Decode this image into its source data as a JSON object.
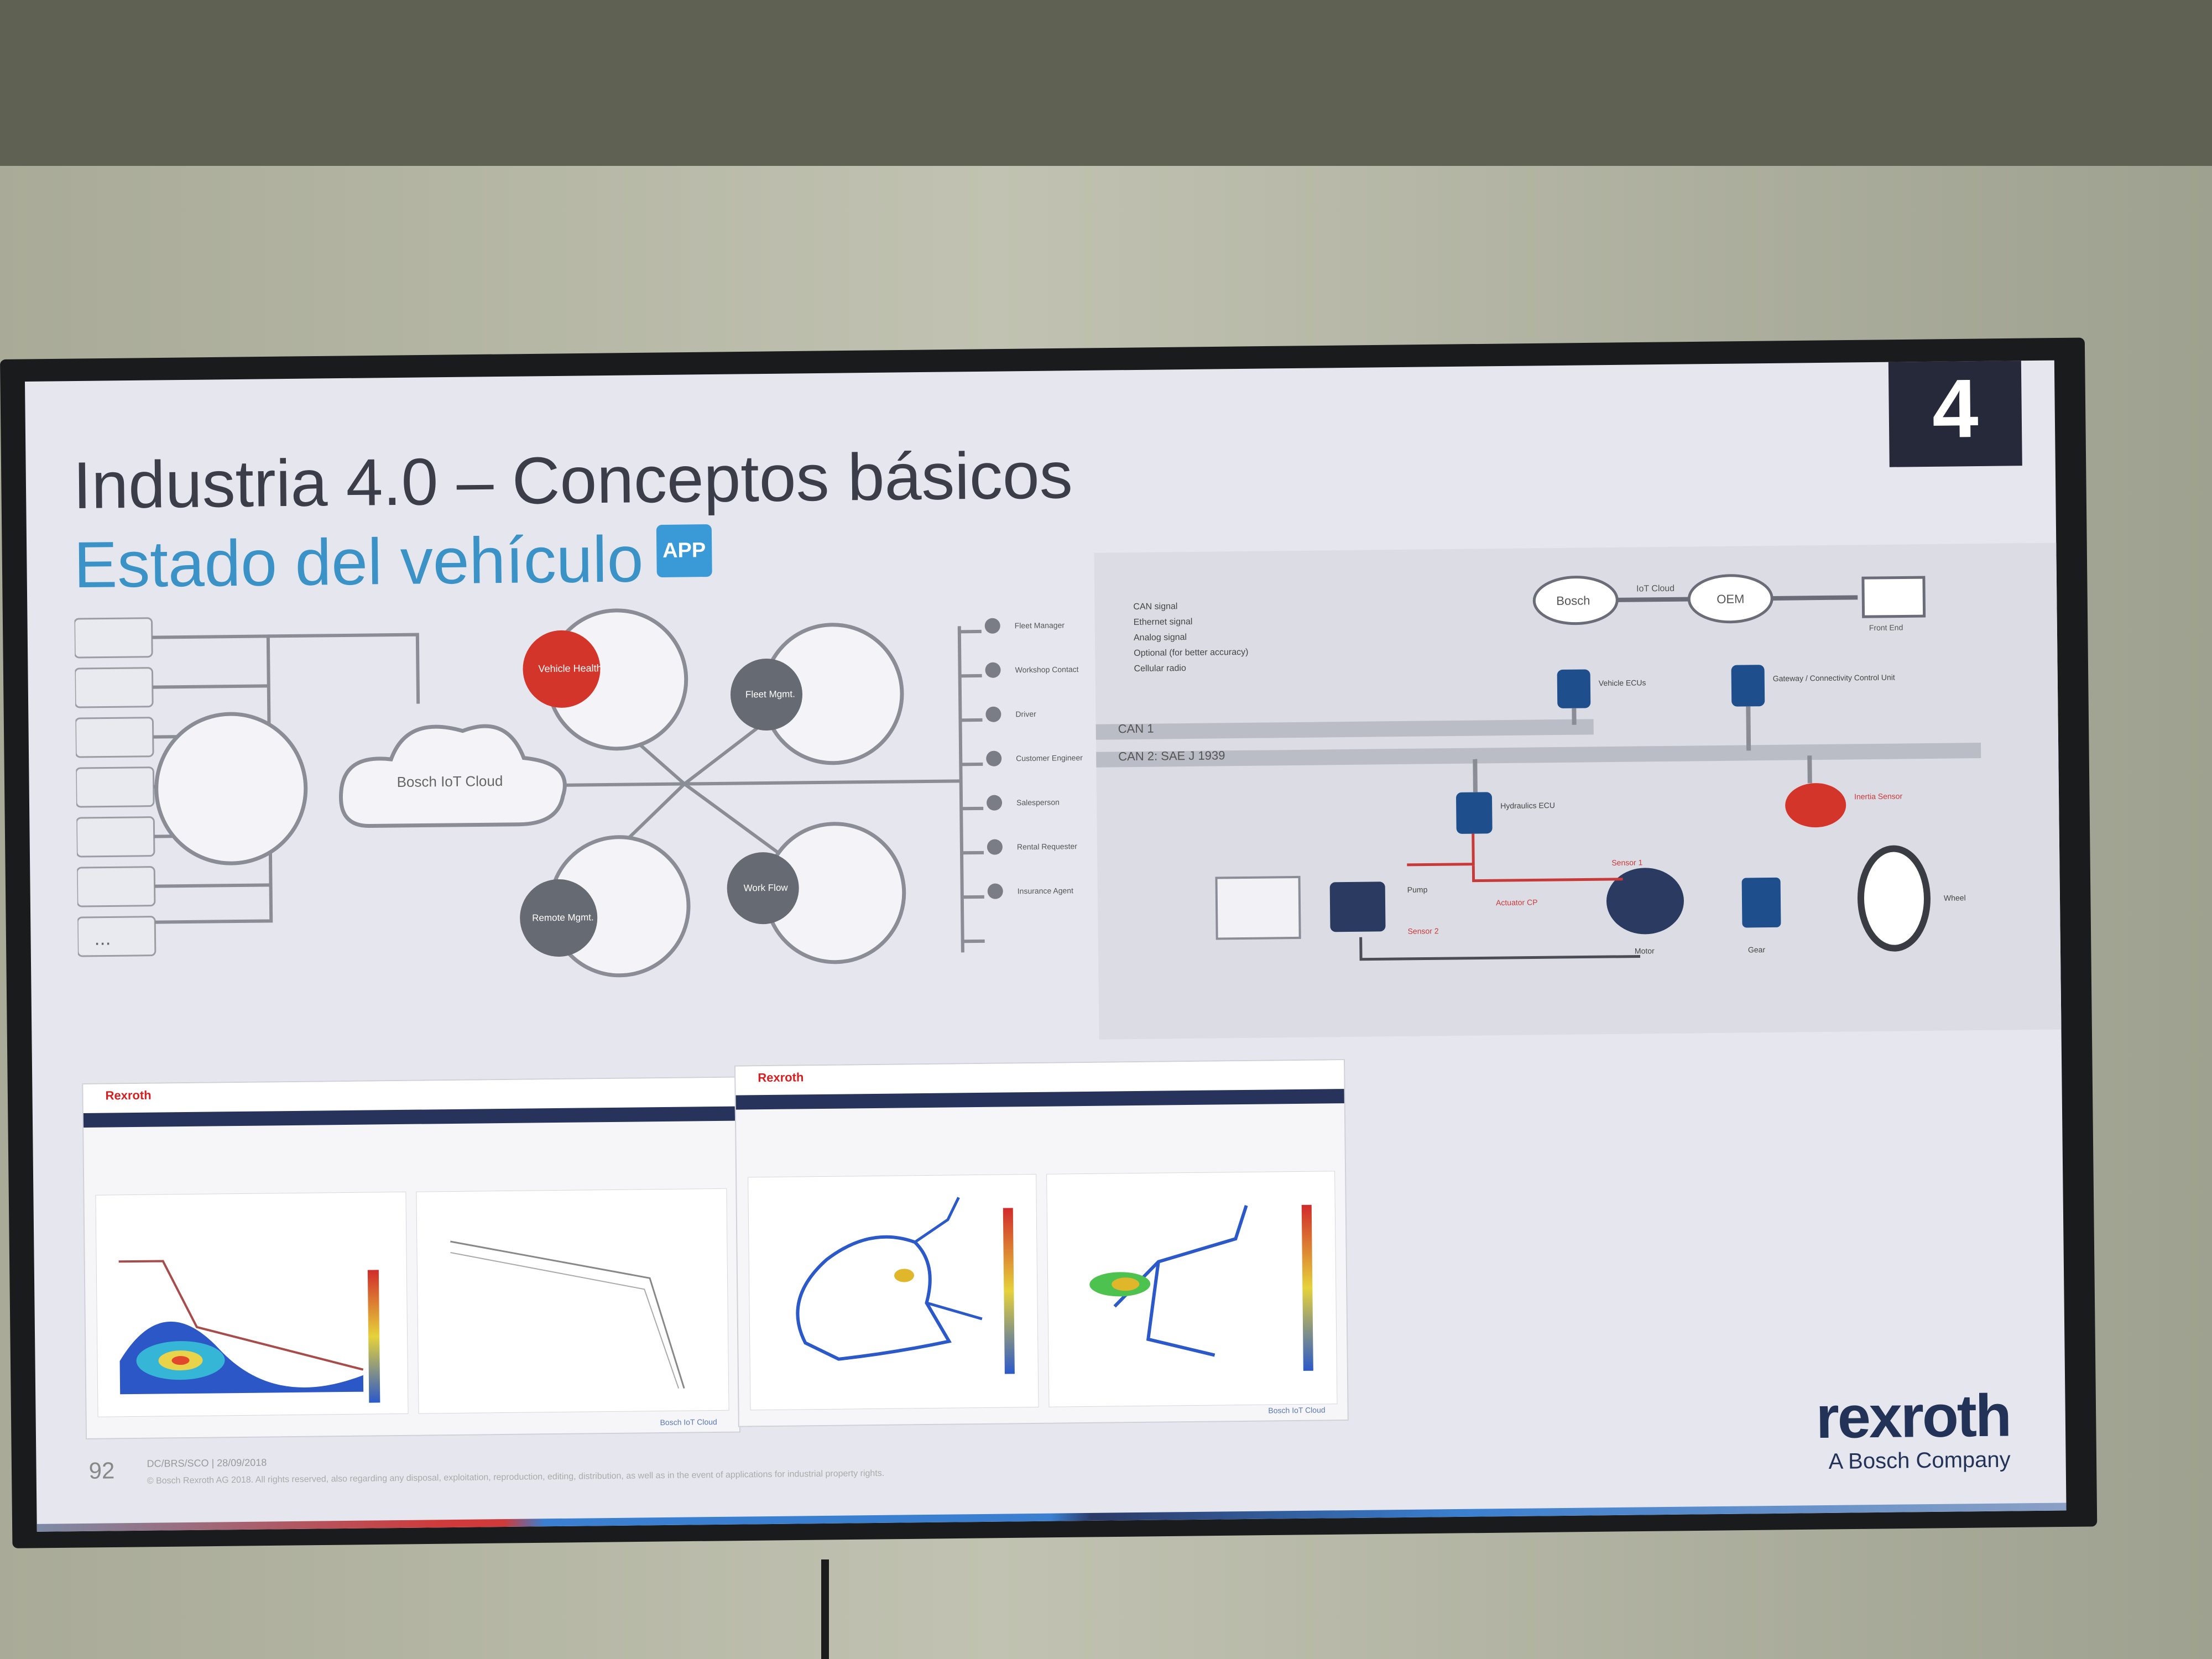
{
  "slide": {
    "number": "4",
    "title": "Industria 4.0 – Conceptos básicos",
    "subtitle": "Estado del vehículo",
    "app_badge": "APP",
    "page_number": "92",
    "footer_doc_id": "DC/BRS/SCO | 28/09/2018",
    "footer_copyright": "© Bosch Rexroth AG 2018. All rights reserved, also regarding any disposal, exploitation, reproduction, editing, distribution, as well as in the event of applications for industrial property rights.",
    "logo": "rexroth",
    "logo_sub": "A Bosch Company"
  },
  "left_diagram": {
    "hub_center_label": "Bosch IoT Cloud",
    "circles": [
      {
        "label": "Vehicle Health",
        "color": "#d4352a"
      },
      {
        "label": "Fleet Mgmt.",
        "color": "#666a72"
      },
      {
        "label": "Remote Mgmt.",
        "color": "#666a72"
      },
      {
        "label": "Work Flow",
        "color": "#666a72"
      }
    ],
    "roles": [
      "Fleet Manager",
      "Workshop Contact",
      "Driver",
      "Customer Engineer",
      "Salesperson",
      "Rental Requester",
      "Insurance Agent"
    ],
    "extra_label": "..."
  },
  "right_diagram": {
    "legend": [
      "CAN signal",
      "Ethernet signal",
      "Analog signal",
      "Optional (for better accuracy)",
      "Cellular radio"
    ],
    "bus_labels": [
      "CAN 1",
      "CAN 2: SAE J 1939"
    ],
    "cloud_labels": [
      "Bosch",
      "OEM"
    ],
    "cloud_link_label": "IoT Cloud",
    "front_end_label": "Front End",
    "components": [
      "Vehicle ECUs",
      "Gateway / Connectivity Control Unit",
      "Hydraulics ECU",
      "Pump",
      "Motor",
      "Gear",
      "Wheel",
      "Inertia Sensor",
      "Sensor 1",
      "Sensor 2",
      "Actuator CP"
    ],
    "colors": {
      "accent": "#d4352a",
      "node": "#1e4e8c",
      "bus": "#b8bac4"
    }
  },
  "screenshots": [
    {
      "brand": "Rexroth",
      "footer": "Bosch IoT Cloud"
    },
    {
      "brand": "Rexroth",
      "footer": "Bosch IoT Cloud"
    }
  ]
}
